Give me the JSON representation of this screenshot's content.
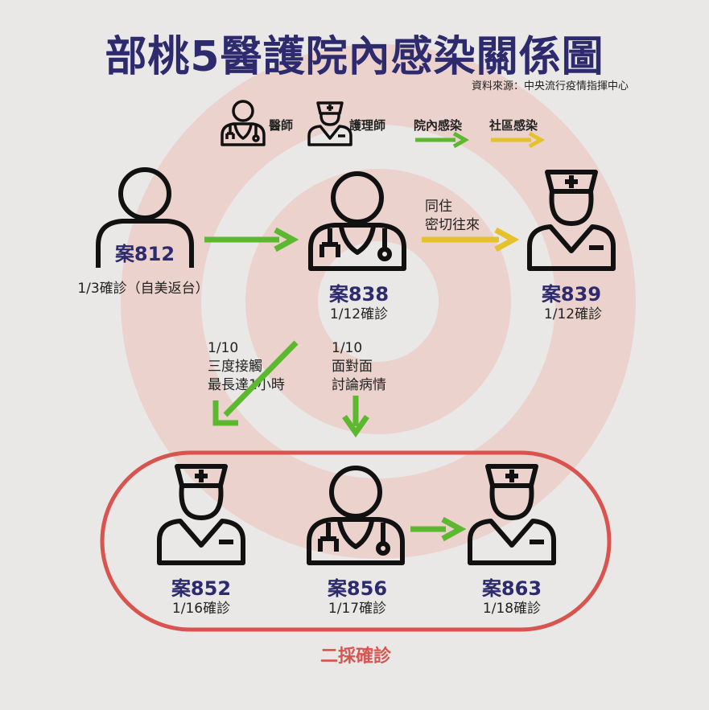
{
  "title": "部桃5醫護院內感染關係圖",
  "source": "資料來源：中央流行疫情指揮中心",
  "legend": {
    "doctor": "醫師",
    "nurse": "護理師",
    "hospital_infection": "院內感染",
    "community_infection": "社區感染"
  },
  "colors": {
    "title": "#2e2a6e",
    "hospital_arrow": "#5cb82e",
    "community_arrow": "#e5c22c",
    "highlight": "#d9534f"
  },
  "cases": [
    {
      "label": "案812",
      "date": "1/3確診（自美返台）",
      "role": "person"
    },
    {
      "label": "案838",
      "date": "1/12確診",
      "role": "doctor"
    },
    {
      "label": "案839",
      "date": "1/12確診",
      "role": "nurse"
    },
    {
      "label": "案852",
      "date": "1/16確診",
      "role": "nurse"
    },
    {
      "label": "案856",
      "date": "1/17確診",
      "role": "doctor"
    },
    {
      "label": "案863",
      "date": "1/18確診",
      "role": "nurse"
    }
  ],
  "notes": {
    "cohabit": "同住\n密切往來",
    "contact_852": "1/10\n三度接觸\n最長達1小時",
    "contact_856": "1/10\n面對面\n討論病情"
  },
  "footer": "二採確診"
}
